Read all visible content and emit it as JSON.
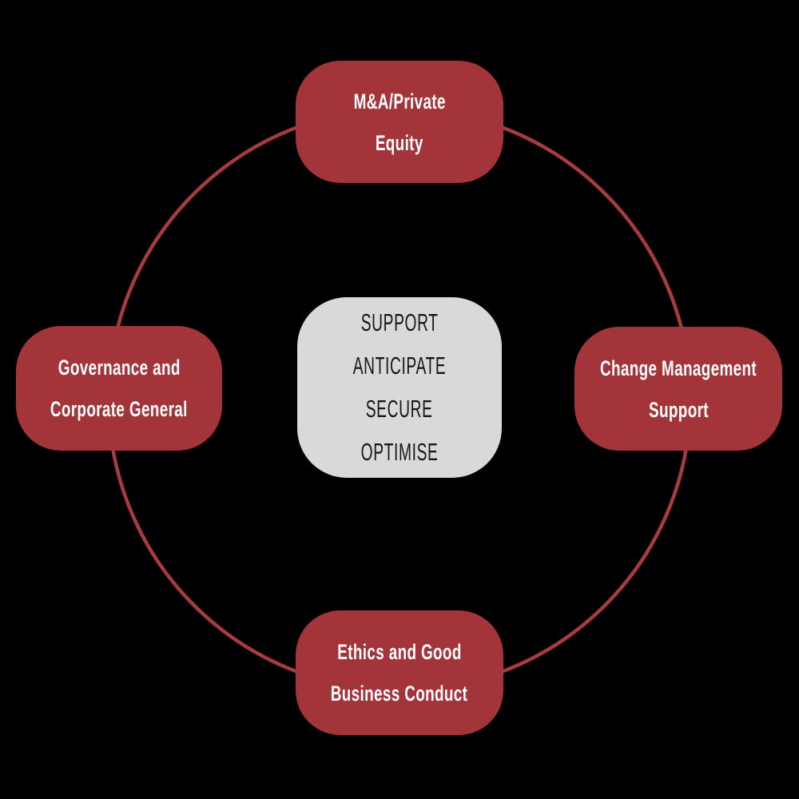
{
  "diagram": {
    "colors": {
      "bg": "#000000",
      "red": "#A2343A",
      "ring": "#A83B41",
      "gray": "#D9D9D9",
      "ink": "#161616"
    },
    "nodes": {
      "top": {
        "line1": "M&A/Private",
        "line2": "Equity"
      },
      "right": {
        "line1": "Change Management",
        "line2": "Support"
      },
      "bottom": {
        "line1": "Ethics and Good",
        "line2": "Business Conduct"
      },
      "left": {
        "line1": "Governance and",
        "line2": "Corporate General"
      }
    },
    "center": {
      "lines": [
        "SUPPORT",
        "ANTICIPATE",
        "SECURE",
        "OPTIMISE"
      ]
    }
  }
}
